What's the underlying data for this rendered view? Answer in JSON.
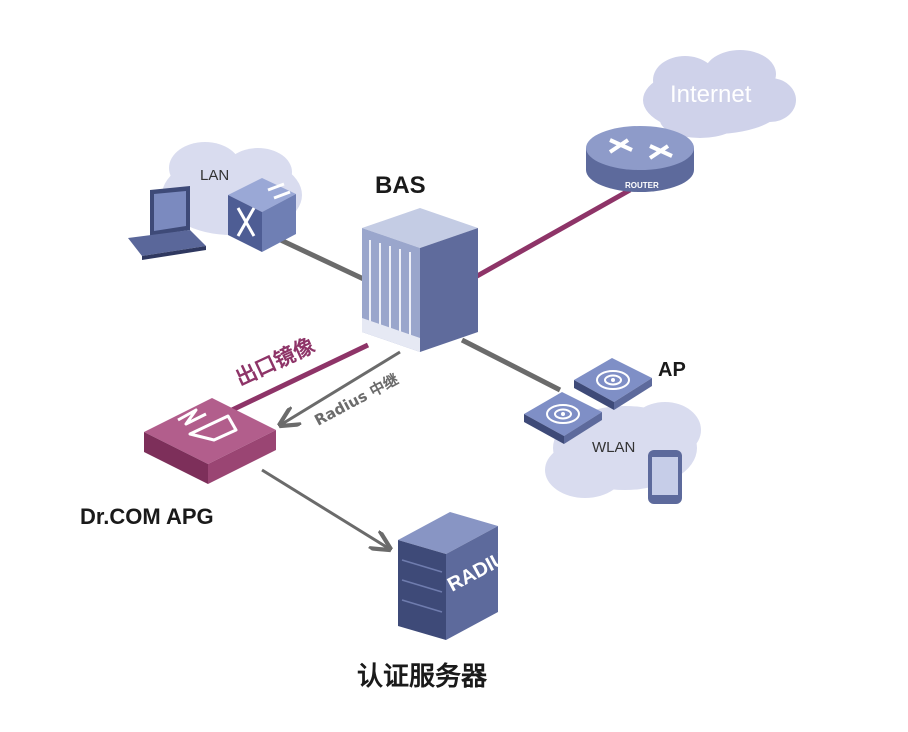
{
  "labels": {
    "internet": "Internet",
    "router": "ROUTER",
    "lan": "LAN",
    "bas": "BAS",
    "ap": "AP",
    "wlan": "WLAN",
    "mirror": "出口镜像",
    "radius_relay": "Radius 中继",
    "apg": "Dr.COM APG",
    "radius_server": "RADIUS",
    "auth_server": "认证服务器"
  },
  "colors": {
    "mirror_link": "#8e3468",
    "gray_link": "#6b6b6b",
    "device_blue": "#6f7fb4",
    "apg_magenta": "#a8557f",
    "cloud": "#cfd2ea"
  }
}
